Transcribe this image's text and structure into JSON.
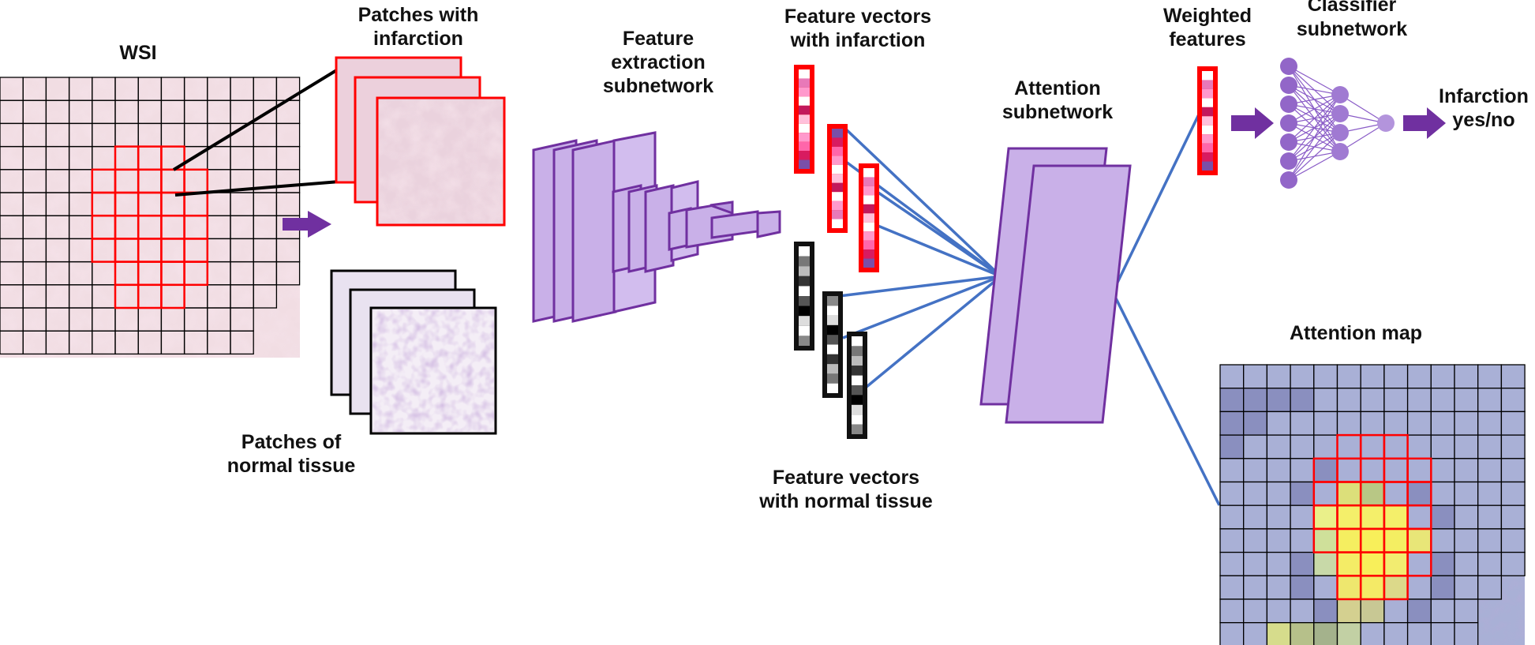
{
  "labels": {
    "wsi": "WSI",
    "patches_infarction": [
      "Patches with",
      "infarction"
    ],
    "patches_normal": [
      "Patches of",
      "normal tissue"
    ],
    "feature_extraction": [
      "Feature",
      "extraction",
      "subnetwork"
    ],
    "fv_infarction": [
      "Feature vectors",
      "with infarction"
    ],
    "fv_normal": [
      "Feature vectors",
      "with normal tissue"
    ],
    "attention_subnetwork": [
      "Attention",
      "subnetwork"
    ],
    "weighted_features": [
      "Weighted",
      "features"
    ],
    "classifier_subnetwork": [
      "Classifier",
      "subnetwork"
    ],
    "output": [
      "Infarction",
      "yes/no"
    ],
    "attention_map": "Attention map"
  },
  "colors": {
    "purple": "#7030a0",
    "purple_light": "#c9b0e8",
    "purple_node": "#9266c8",
    "connector_blue": "#4472c4",
    "grid_red": "#ff0000",
    "tissue_pink": "#f1dde3",
    "map_blue": "#a9b0d6",
    "map_yellow": "#f2ee6e"
  },
  "icons": {
    "arrow": "purple-arrow-icon",
    "neural_net": "neural-network-icon"
  }
}
